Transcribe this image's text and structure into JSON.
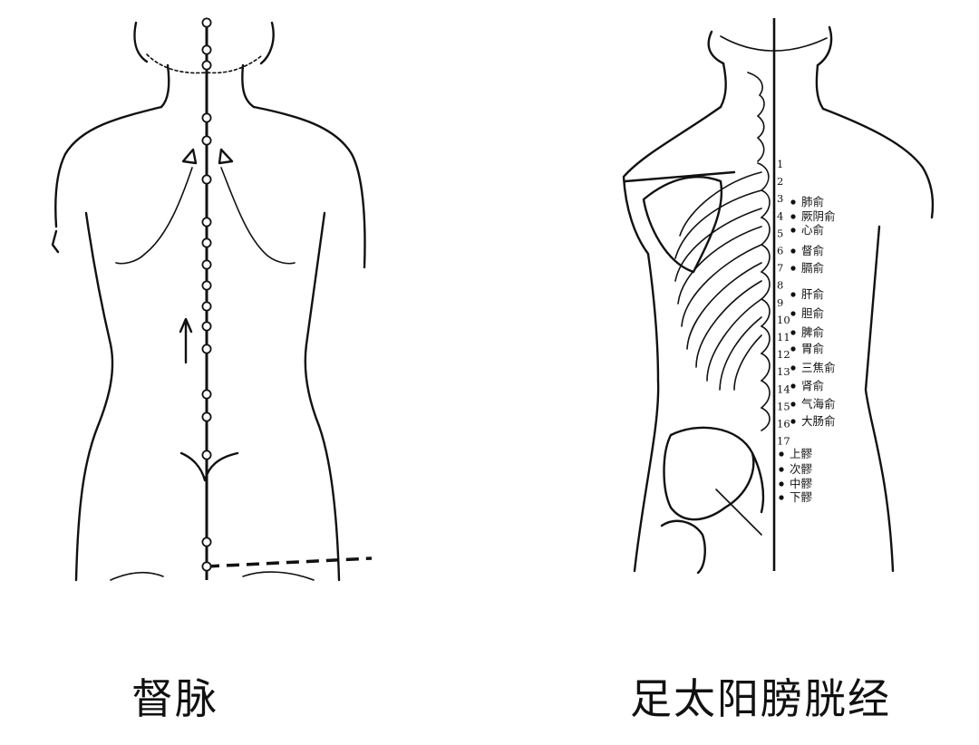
{
  "left": {
    "caption": "督脉"
  },
  "right": {
    "caption": "足太阳膀胱经",
    "vertebra_numbers": [
      "1",
      "2",
      "3",
      "4",
      "5",
      "6",
      "7",
      "8",
      "9",
      "10",
      "11",
      "12",
      "13",
      "14",
      "15",
      "16",
      "17"
    ],
    "acupoints": [
      "肺俞",
      "厥阴俞",
      "心俞",
      "督俞",
      "膈俞",
      "肝俞",
      "胆俞",
      "脾俞",
      "胃俞",
      "三焦俞",
      "肾俞",
      "气海俞",
      "大肠俞",
      "上髎",
      "次髎",
      "中髎",
      "下髎"
    ]
  }
}
